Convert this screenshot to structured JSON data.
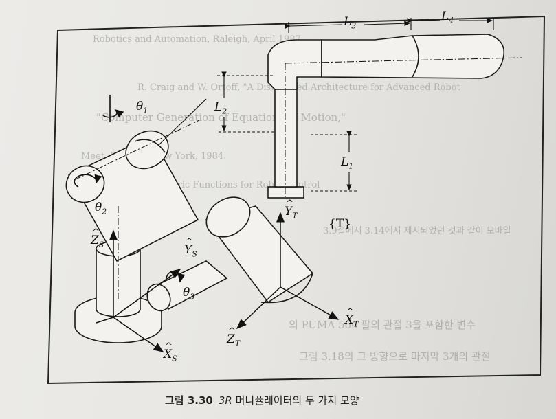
{
  "caption": {
    "number": "그림 3.30",
    "italic": "3R",
    "text": "머니퓰레이터의 두 가지 모양"
  },
  "labels": {
    "theta1": "θ",
    "theta1_sub": "1",
    "theta2": "θ",
    "theta2_sub": "2",
    "theta3": "θ",
    "theta3_sub": "3",
    "zs": "Z",
    "zs_sub": "S",
    "ys": "Y",
    "ys_sub": "S",
    "xs": "X",
    "xs_sub": "S",
    "yt": "Y",
    "yt_sub": "T",
    "xt": "X",
    "xt_sub": "T",
    "zt": "Z",
    "zt_sub": "T",
    "frame_t": "{T}",
    "l1": "L",
    "l1_sub": "1",
    "l2": "L",
    "l2_sub": "2",
    "l3": "L",
    "l3_sub": "3",
    "l4": "L",
    "l4_sub": "4"
  },
  "bleed_through_text": [
    "Robotics and Automation, Raleigh, April 1987.",
    "R. Craig and W. Ortoff, \"A Distributed Architecture for Advanced Robot",
    "\"Computer Generation of Equations of Motion,\"",
    "Meet, Berlin & New York, 1984.",
    "Fast Trigonometric Functions for Robot Control",
    "3.9절에서 3.14에서 제시되었던 것과 같이 모바일",
    "의 PUMA 560 팔의 관절 3을 포함한 변수",
    "그림 3.18의 그 방향으로 마지막 3개의 관절"
  ]
}
